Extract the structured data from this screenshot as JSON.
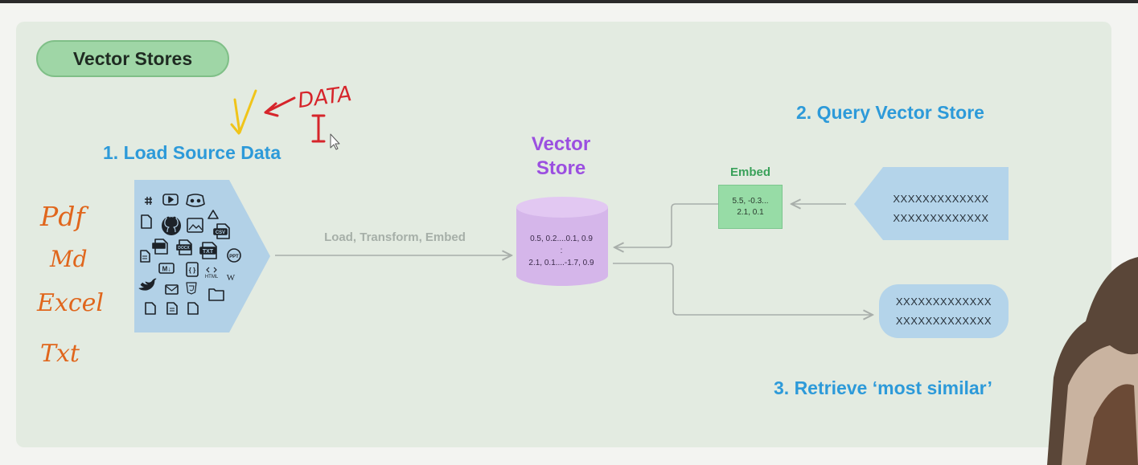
{
  "slide": {
    "title": "Vector Stores",
    "step1": "1. Load Source Data",
    "step2": "2. Query Vector Store",
    "step3": "3. Retrieve ‘most similar’",
    "flow_label": "Load, Transform, Embed",
    "vector_store": {
      "line1": "Vector",
      "line2": "Store",
      "row1": "0.5, 0.2....0.1, 0.9",
      "row2": ":",
      "row3": "2.1, 0.1....-1.7, 0.9"
    },
    "embed": {
      "title": "Embed",
      "line1": "5.5, -0.3...",
      "line2": "2.1, 0.1"
    },
    "query": {
      "line1": "XXXXXXXXXXXXX",
      "line2": "XXXXXXXXXXXXX"
    },
    "result": {
      "line1": "XXXXXXXXXXXXX",
      "line2": "XXXXXXXXXXXXX"
    },
    "source_icons": [
      "slack-icon",
      "youtube-icon",
      "discord-icon",
      "file-icon",
      "github-icon",
      "image-icon",
      "drive-icon",
      "csv-icon",
      "doc-icon",
      "txt-icon",
      "docx-icon",
      "text-file-icon",
      "ppt-icon",
      "pdf-icon",
      "markdown-icon",
      "json-icon",
      "html-icon",
      "wikipedia-icon",
      "twitter-icon",
      "email-icon",
      "css-icon",
      "folder-icon",
      "file-icon-2",
      "file-icon-3",
      "file-icon-4"
    ],
    "icon_labels": {
      "csv": "CSV",
      "docx": "DOCX",
      "txt": "TXT",
      "ppt": "PPT",
      "md": "M↓",
      "json": "{ }",
      "html": "HTML",
      "wiki": "W"
    }
  },
  "annotations": {
    "data_word": "DATA",
    "cursor_mark": "I",
    "formats": [
      "Pdf",
      "Md",
      "Excel",
      "Txt"
    ]
  },
  "colors": {
    "accent_blue": "#2d9ad9",
    "vector_purple": "#9b4fe0",
    "embed_green": "#97dca6",
    "handwriting_orange": "#e0661c",
    "handwriting_red": "#d6252b",
    "check_yellow": "#f0c419"
  }
}
